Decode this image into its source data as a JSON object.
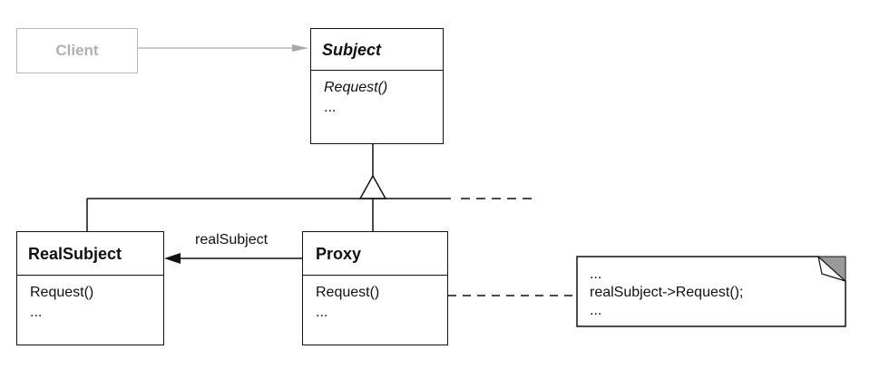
{
  "client": {
    "name": "Client"
  },
  "subject": {
    "name": "Subject",
    "operations": [
      "Request()",
      "..."
    ]
  },
  "real_subject": {
    "name": "RealSubject",
    "operations": [
      "Request()",
      "..."
    ]
  },
  "proxy": {
    "name": "Proxy",
    "operations": [
      "Request()",
      "..."
    ]
  },
  "association": {
    "label": "realSubject"
  },
  "note": {
    "lines": [
      "...",
      "realSubject->Request();",
      "..."
    ]
  },
  "colors": {
    "line": "#111111",
    "client_gray": "#b0b0b0",
    "note_fold": "#999999"
  }
}
